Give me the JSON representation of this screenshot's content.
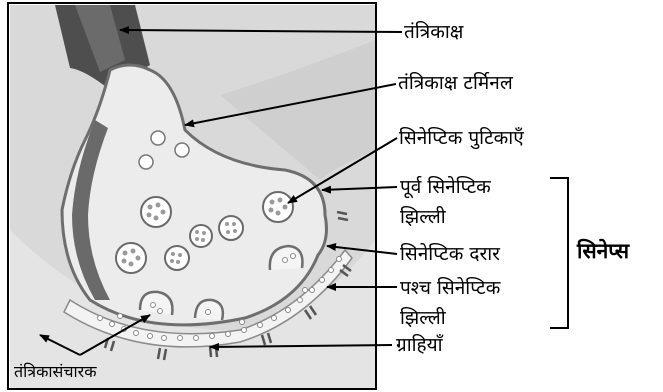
{
  "labels": {
    "axon": "तंत्रिकाक्ष",
    "axon_terminal": "तंत्रिकाक्ष टर्मिनल",
    "synaptic_vesicles": "सिनेप्टिक पुटिकाएँ",
    "presynaptic_membrane_line1": "पूर्व सिनेप्टिक",
    "presynaptic_membrane_line2": "झिल्ली",
    "synaptic_cleft": "सिनेप्टिक दरार",
    "postsynaptic_membrane_line1": "पश्च सिनेप्टिक",
    "postsynaptic_membrane_line2": "झिल्ली",
    "receptors": "ग्राहियाँ",
    "neurotransmitter": "तंत्रिकासंचारक",
    "synapse": "सिनेप्स"
  },
  "colors": {
    "outer_cell": "#dcdcdc",
    "terminal_fill": "#ececec",
    "axon_dark": "#5a5a5a",
    "membrane": "#7a7a7a",
    "line": "#000000"
  }
}
